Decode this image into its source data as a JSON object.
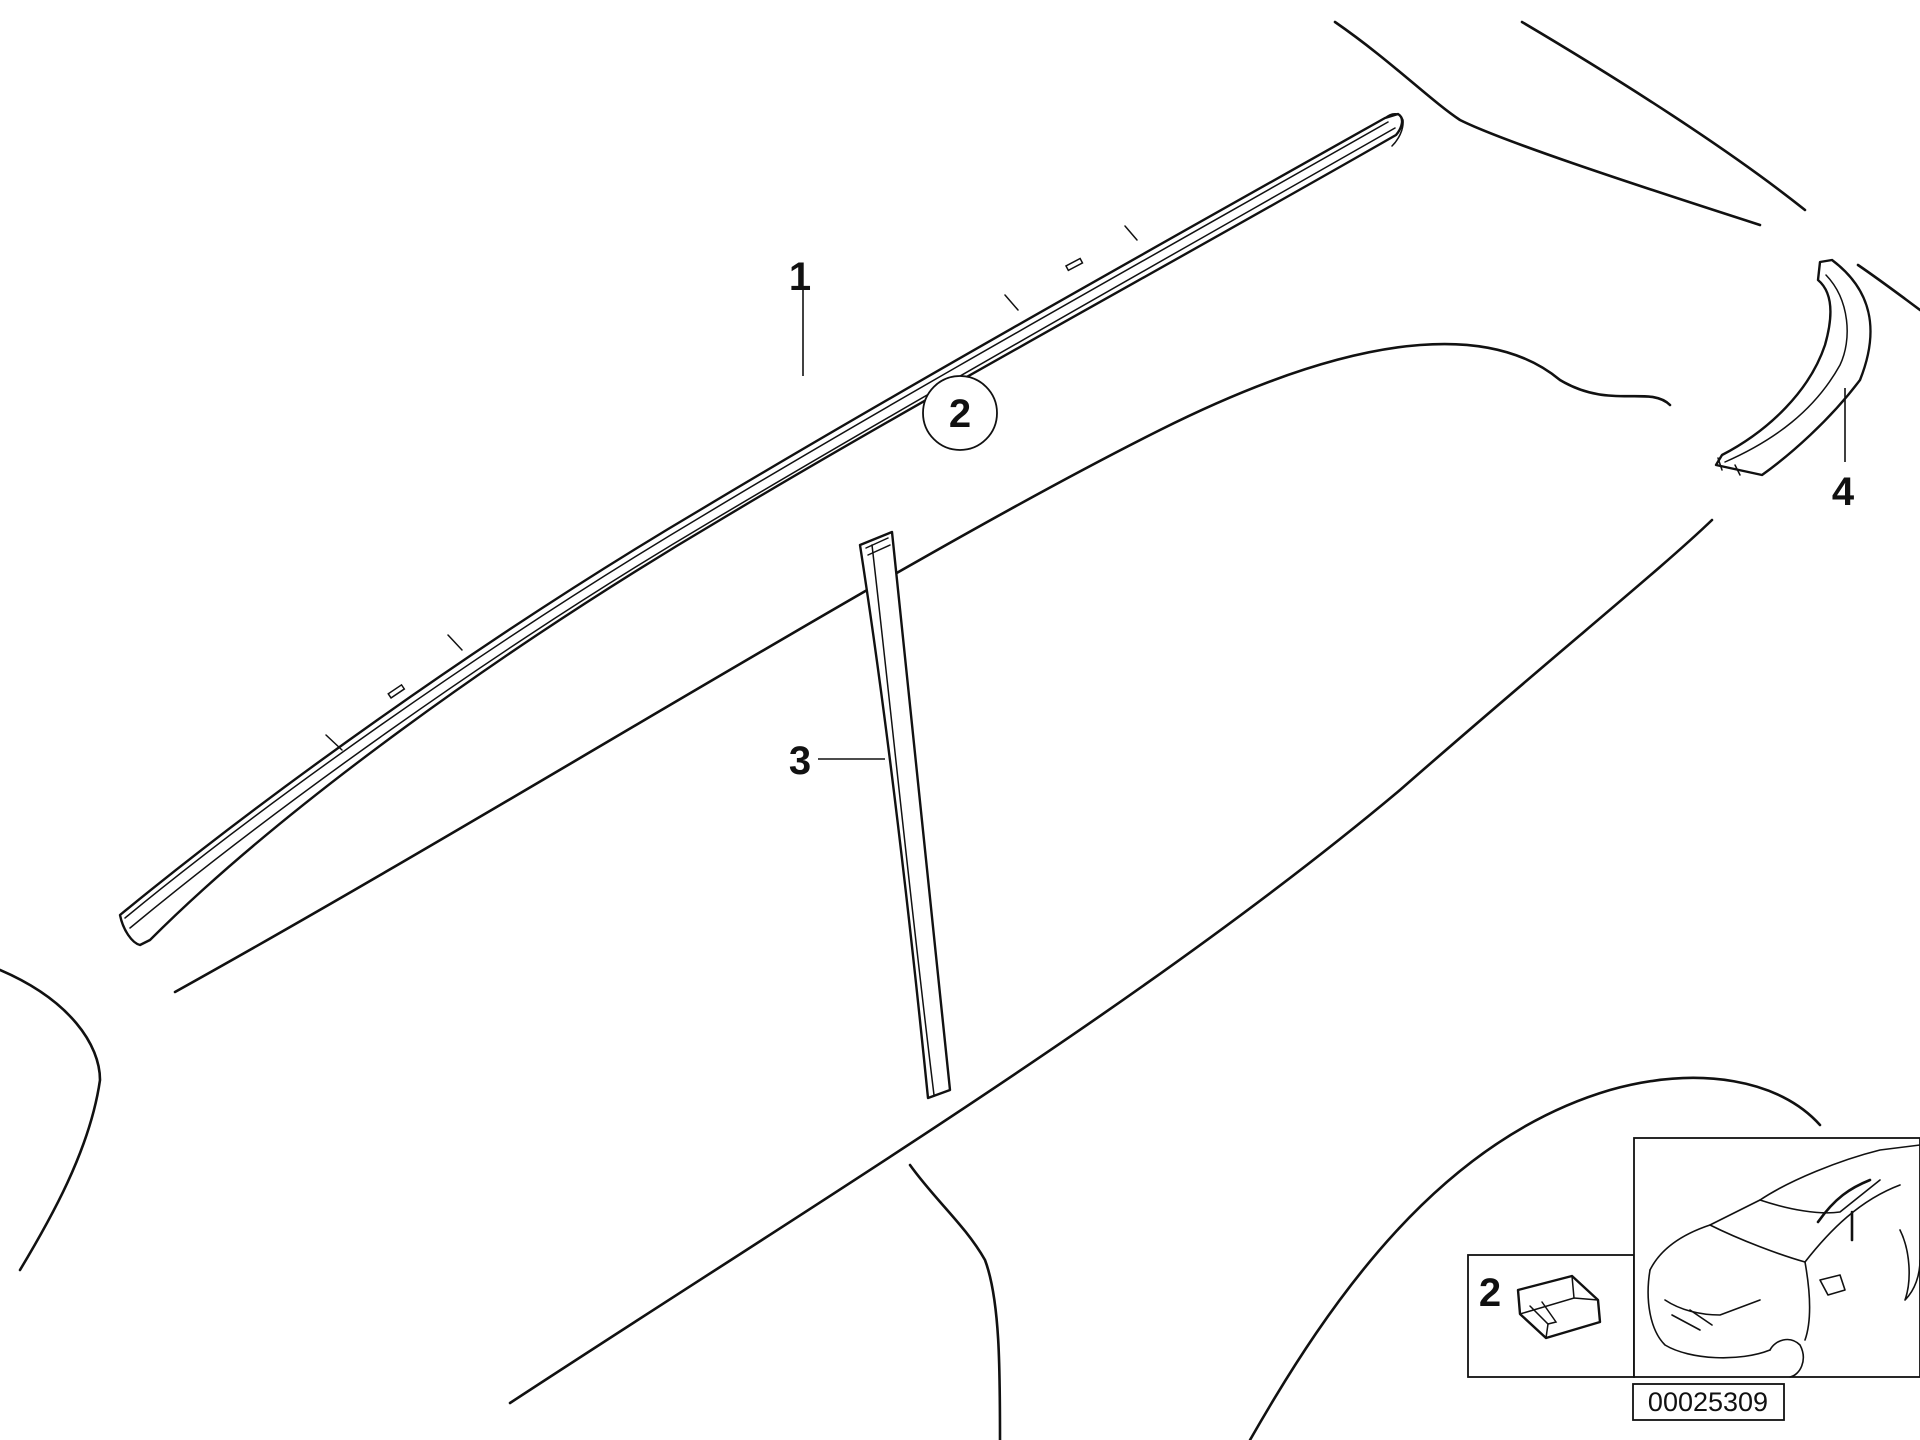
{
  "diagram": {
    "callouts": {
      "part_1": "1",
      "part_2_circled": "2",
      "part_3": "3",
      "part_4": "4"
    },
    "inset": {
      "clip_label": "2"
    },
    "reference_number": "00025309"
  }
}
